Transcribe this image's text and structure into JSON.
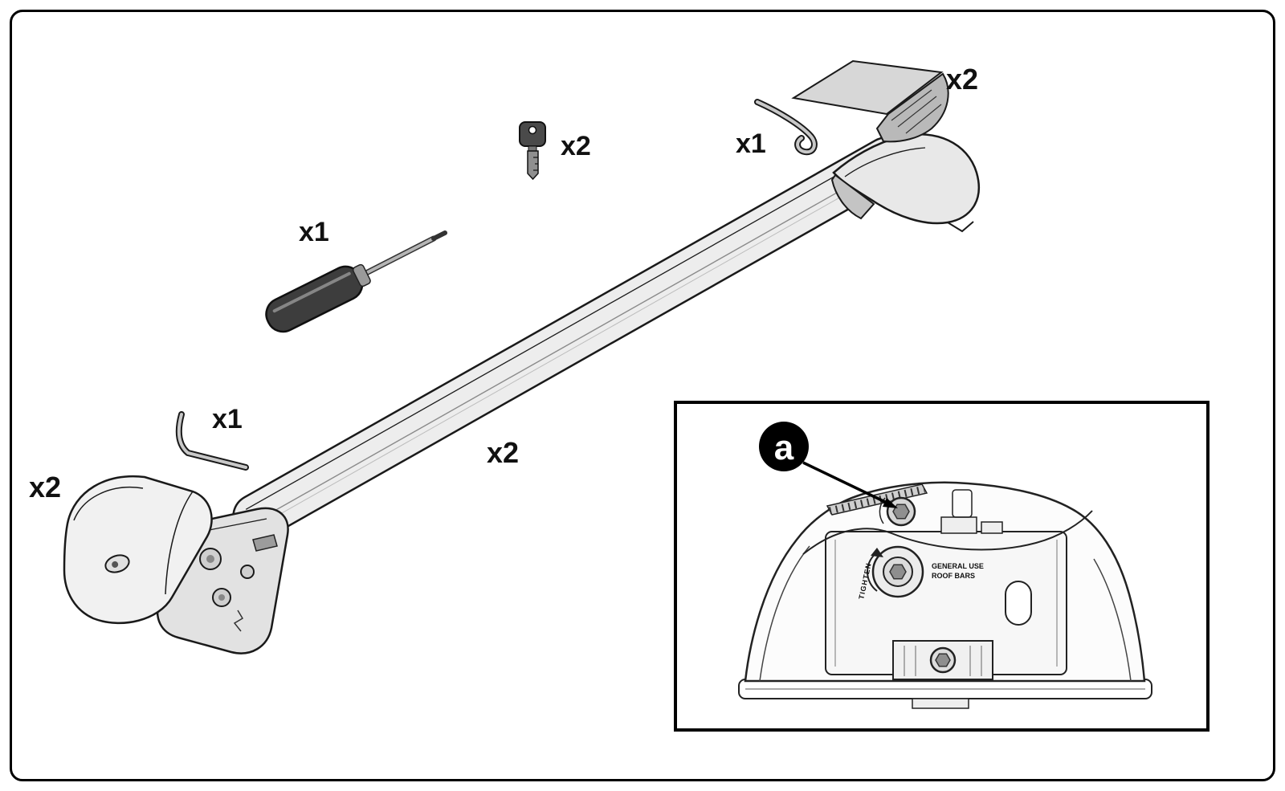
{
  "diagram": {
    "parts": {
      "key": {
        "qty": "x2"
      },
      "cover_strip": {
        "qty": "x2"
      },
      "long_hex_key": {
        "qty": "x1"
      },
      "screwdriver": {
        "qty": "x1"
      },
      "roof_bar": {
        "qty": "x2"
      },
      "short_hex_key": {
        "qty": "x1"
      },
      "end_cap": {
        "qty": "x2"
      }
    },
    "inset": {
      "callout": "a",
      "dial_text": "TIGHTEN",
      "part_label_line1": "GENERAL USE",
      "part_label_line2": "ROOF BARS"
    },
    "colors": {
      "line": "#1a1a1a",
      "light_fill": "#ededed",
      "mid_fill": "#c9c9c9",
      "dark_fill": "#3d3d3d"
    }
  }
}
